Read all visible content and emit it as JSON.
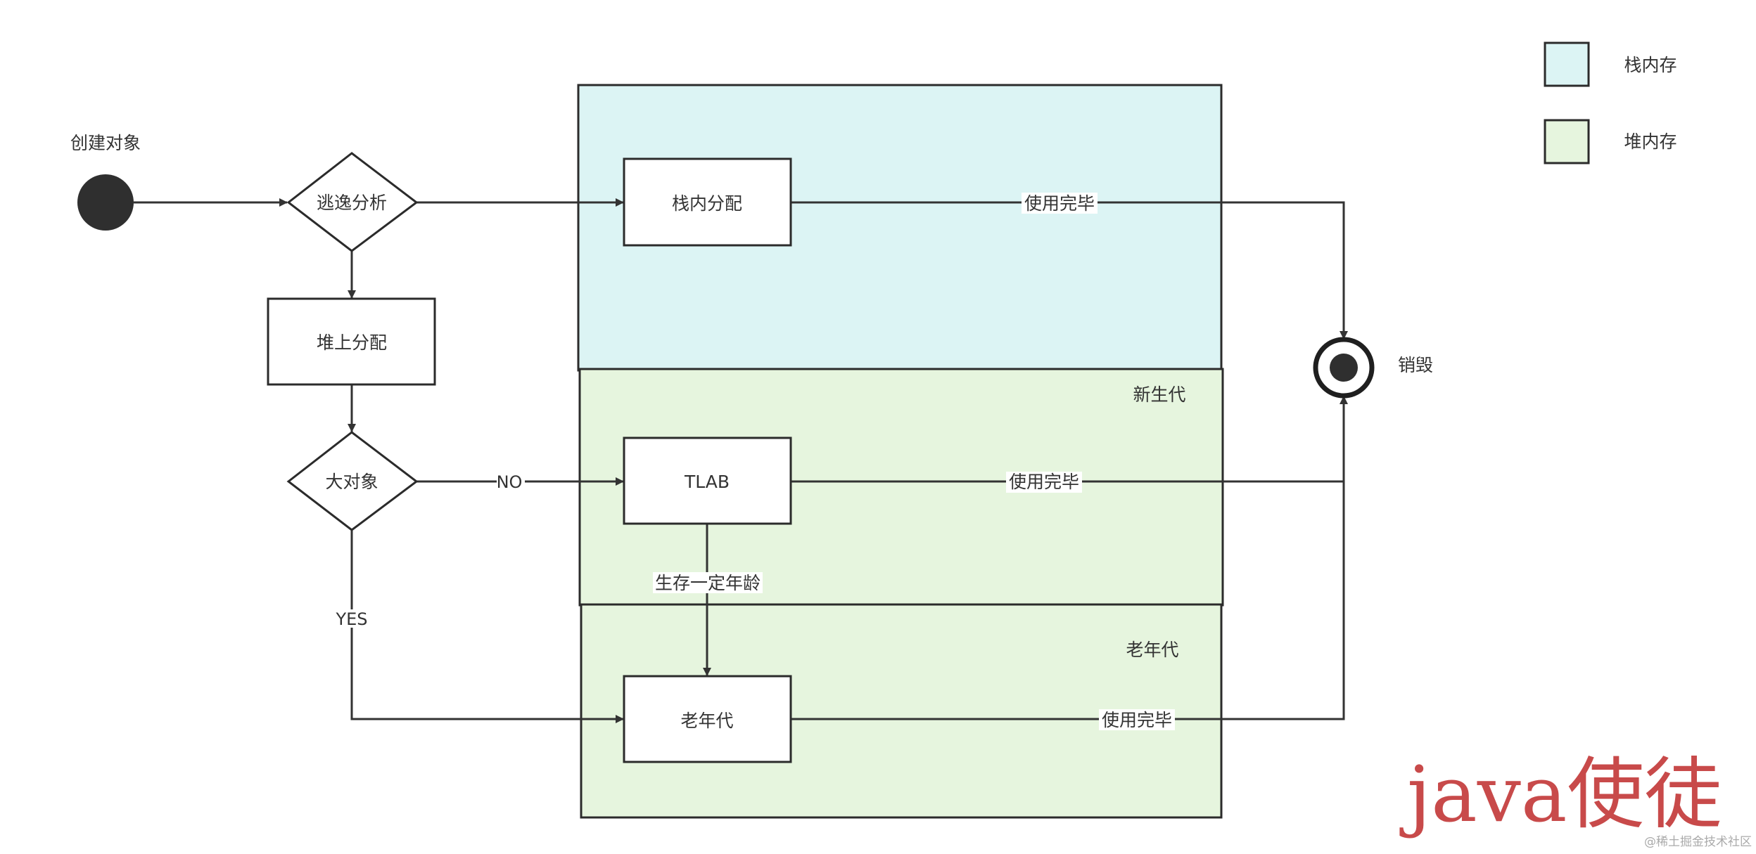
{
  "colors": {
    "stack_memory": "#dcf4f4",
    "heap_memory": "#e6f5de",
    "outline": "#2b2b2b",
    "line": "#333333",
    "start_dot": "#2f2f2f",
    "watermark": "#c84a4a"
  },
  "legend": {
    "stack": "栈内存",
    "heap": "堆内存"
  },
  "regions": {
    "young_gen": "新生代",
    "old_gen": "老年代"
  },
  "nodes": {
    "start": "创建对象",
    "escape_analysis": "逃逸分析",
    "stack_alloc": "栈内分配",
    "heap_alloc": "堆上分配",
    "large_object": "大对象",
    "tlab": "TLAB",
    "old_gen": "老年代",
    "destroy": "销毁"
  },
  "edges": {
    "no": "NO",
    "yes": "YES",
    "done_stack": "使用完毕",
    "done_tlab": "使用完毕",
    "done_old": "使用完毕",
    "survive_age": "生存一定年龄"
  },
  "watermark": "java使徒",
  "credit": "@稀土掘金技术社区"
}
